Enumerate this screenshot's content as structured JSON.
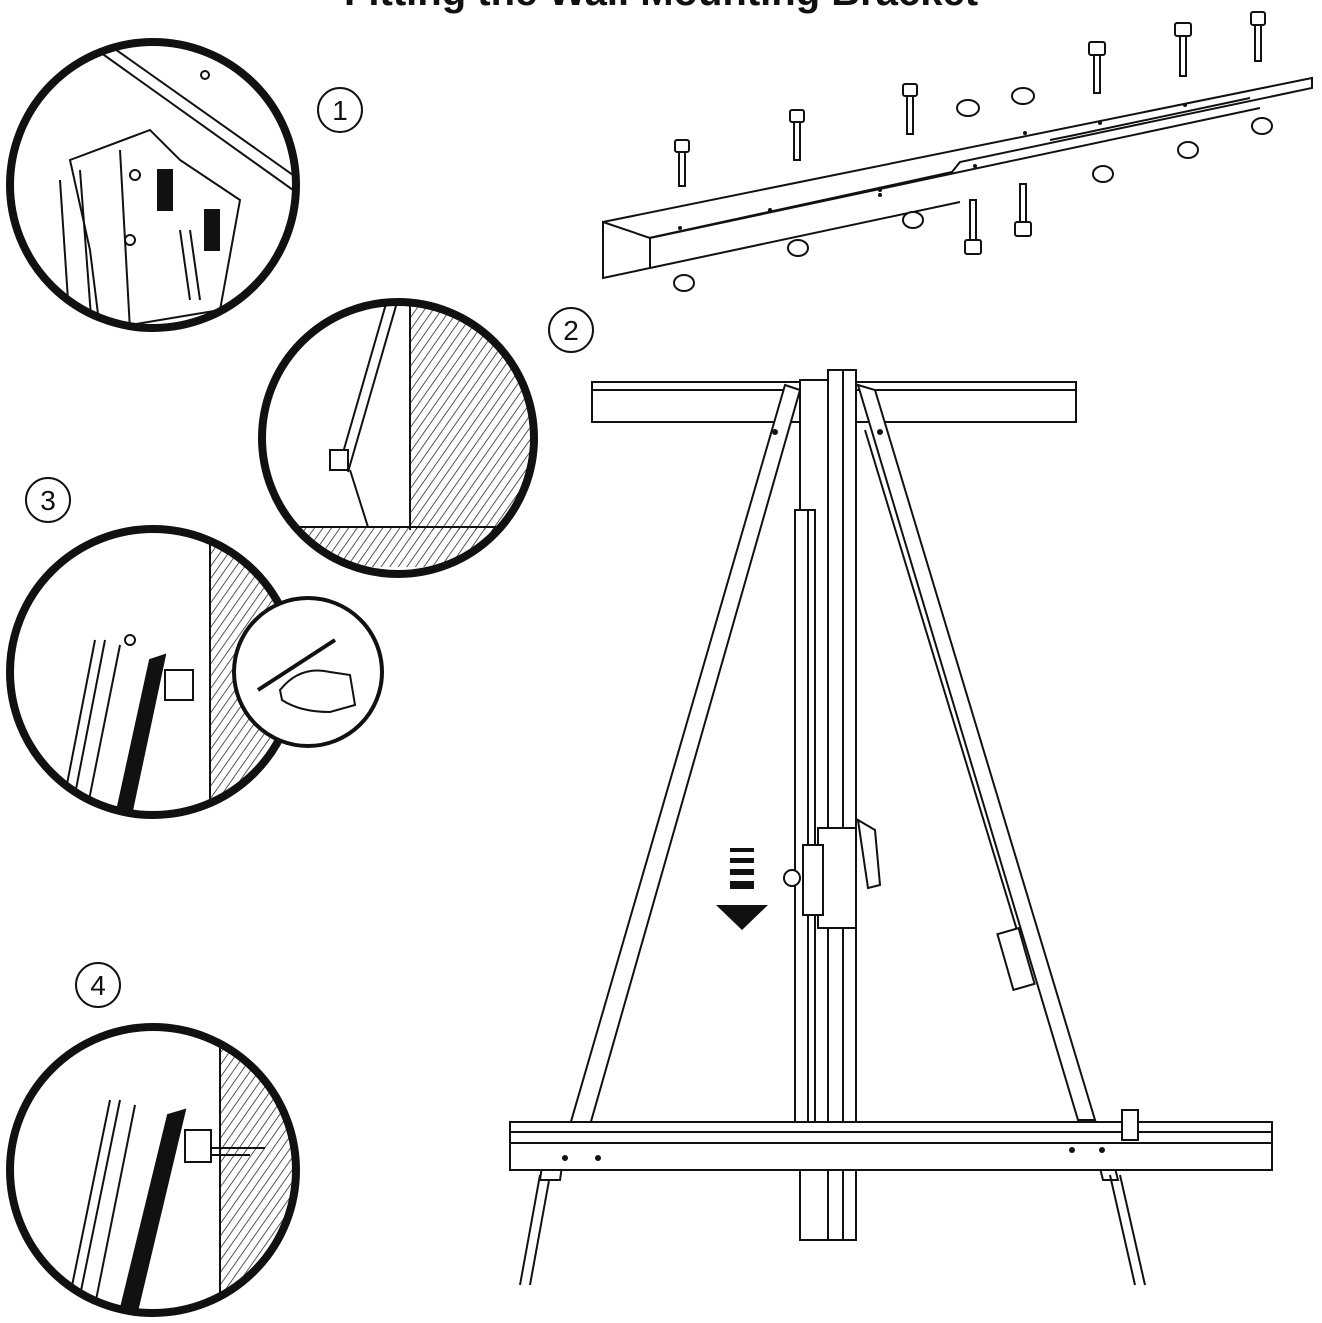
{
  "title": "Fitting the Wall Mounting Bracket",
  "steps": {
    "s1": "1",
    "s2": "2",
    "s3": "3",
    "s4": "4"
  },
  "colors": {
    "ink": "#111111",
    "paper": "#ffffff"
  }
}
